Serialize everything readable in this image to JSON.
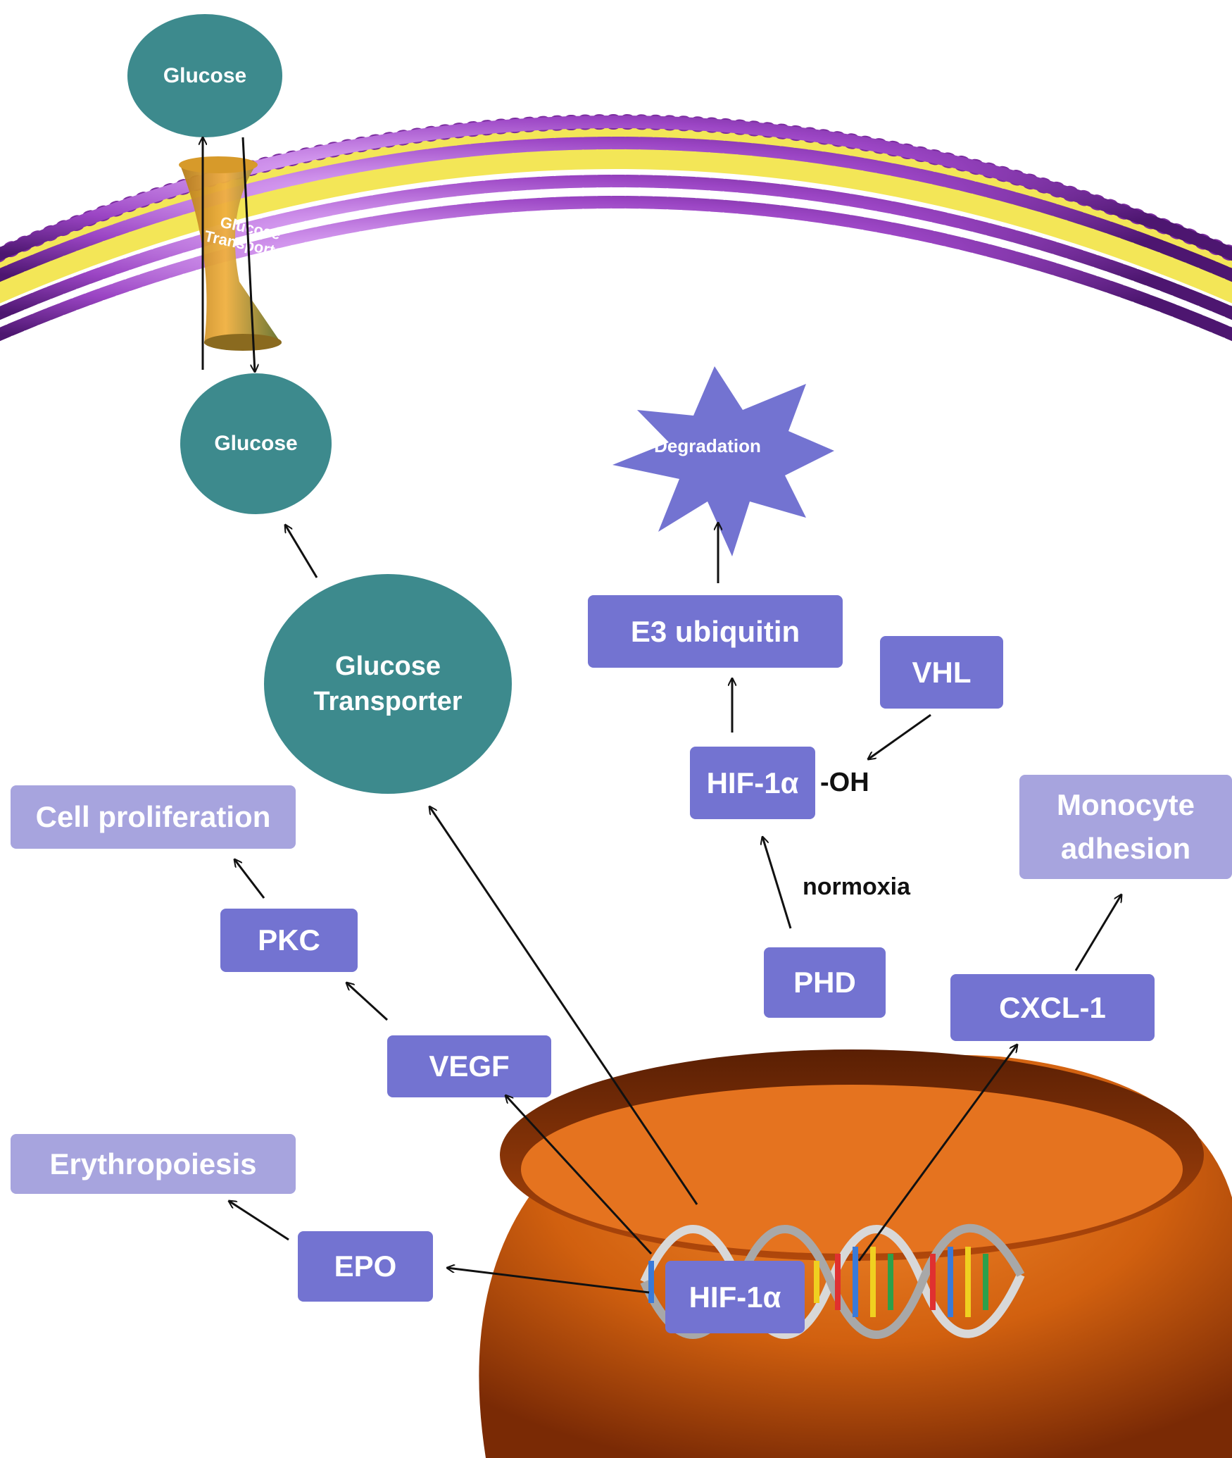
{
  "nodes": {
    "glucose_outside": "Glucose",
    "glucose_transporter_membrane": "Glucose Transporter",
    "glucose_inside": "Glucose",
    "glucose_transporter": "Glucose Transporter",
    "degradation": "Degradation",
    "e3_ubiquitin": "E3 ubiquitin",
    "vhl": "VHL",
    "hif1a_top": "HIF-1α",
    "oh": "-OH",
    "normoxia": "normoxia",
    "phd": "PHD",
    "cell_proliferation": "Cell proliferation",
    "pkc": "PKC",
    "vegf": "VEGF",
    "erythropoiesis": "Erythropoiesis",
    "epo": "EPO",
    "cxcl1": "CXCL-1",
    "monocyte_adhesion": "Monocyte adhesion",
    "hif1a_nucleus": "HIF-1α"
  },
  "colors": {
    "box": "#7373d1",
    "box_light": "#a7a4de",
    "circle": "#3d8a8d",
    "membrane_head": "#9b45c4",
    "membrane_tail": "#f1e23a",
    "nucleus": "#c9540d"
  },
  "edges": [
    {
      "from": "hif1a_nucleus",
      "to": "epo"
    },
    {
      "from": "epo",
      "to": "erythropoiesis"
    },
    {
      "from": "hif1a_nucleus",
      "to": "vegf"
    },
    {
      "from": "vegf",
      "to": "pkc"
    },
    {
      "from": "pkc",
      "to": "cell_proliferation"
    },
    {
      "from": "hif1a_nucleus",
      "to": "glucose_transporter"
    },
    {
      "from": "glucose_transporter",
      "to": "glucose_inside"
    },
    {
      "from": "hif1a_nucleus",
      "to": "cxcl1"
    },
    {
      "from": "cxcl1",
      "to": "monocyte_adhesion"
    },
    {
      "from": "phd",
      "to": "hif1a_top"
    },
    {
      "from": "vhl",
      "to": "hif1a_top"
    },
    {
      "from": "hif1a_top",
      "to": "e3_ubiquitin"
    },
    {
      "from": "e3_ubiquitin",
      "to": "degradation"
    },
    {
      "from": "glucose_inside",
      "to": "glucose_outside"
    },
    {
      "from": "glucose_outside",
      "to": "glucose_inside"
    }
  ]
}
